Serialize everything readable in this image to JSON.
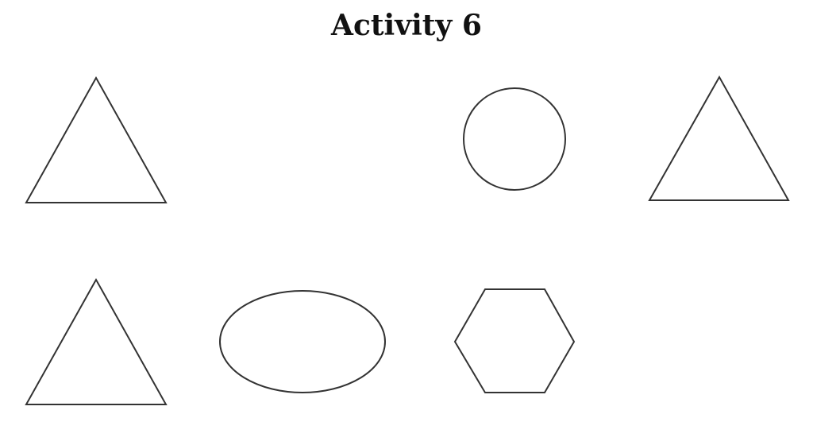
{
  "title": "Activity 6",
  "colors": {
    "background": "#ffffff",
    "stroke": "#333333",
    "title": "#111111"
  },
  "shapes": [
    {
      "name": "triangle-shape",
      "kind": "triangle"
    },
    {
      "name": "circle-shape",
      "kind": "circle"
    },
    {
      "name": "triangle-shape",
      "kind": "triangle"
    },
    {
      "name": "triangle-shape",
      "kind": "triangle"
    },
    {
      "name": "ellipse-shape",
      "kind": "ellipse"
    },
    {
      "name": "hexagon-shape",
      "kind": "hexagon"
    }
  ]
}
